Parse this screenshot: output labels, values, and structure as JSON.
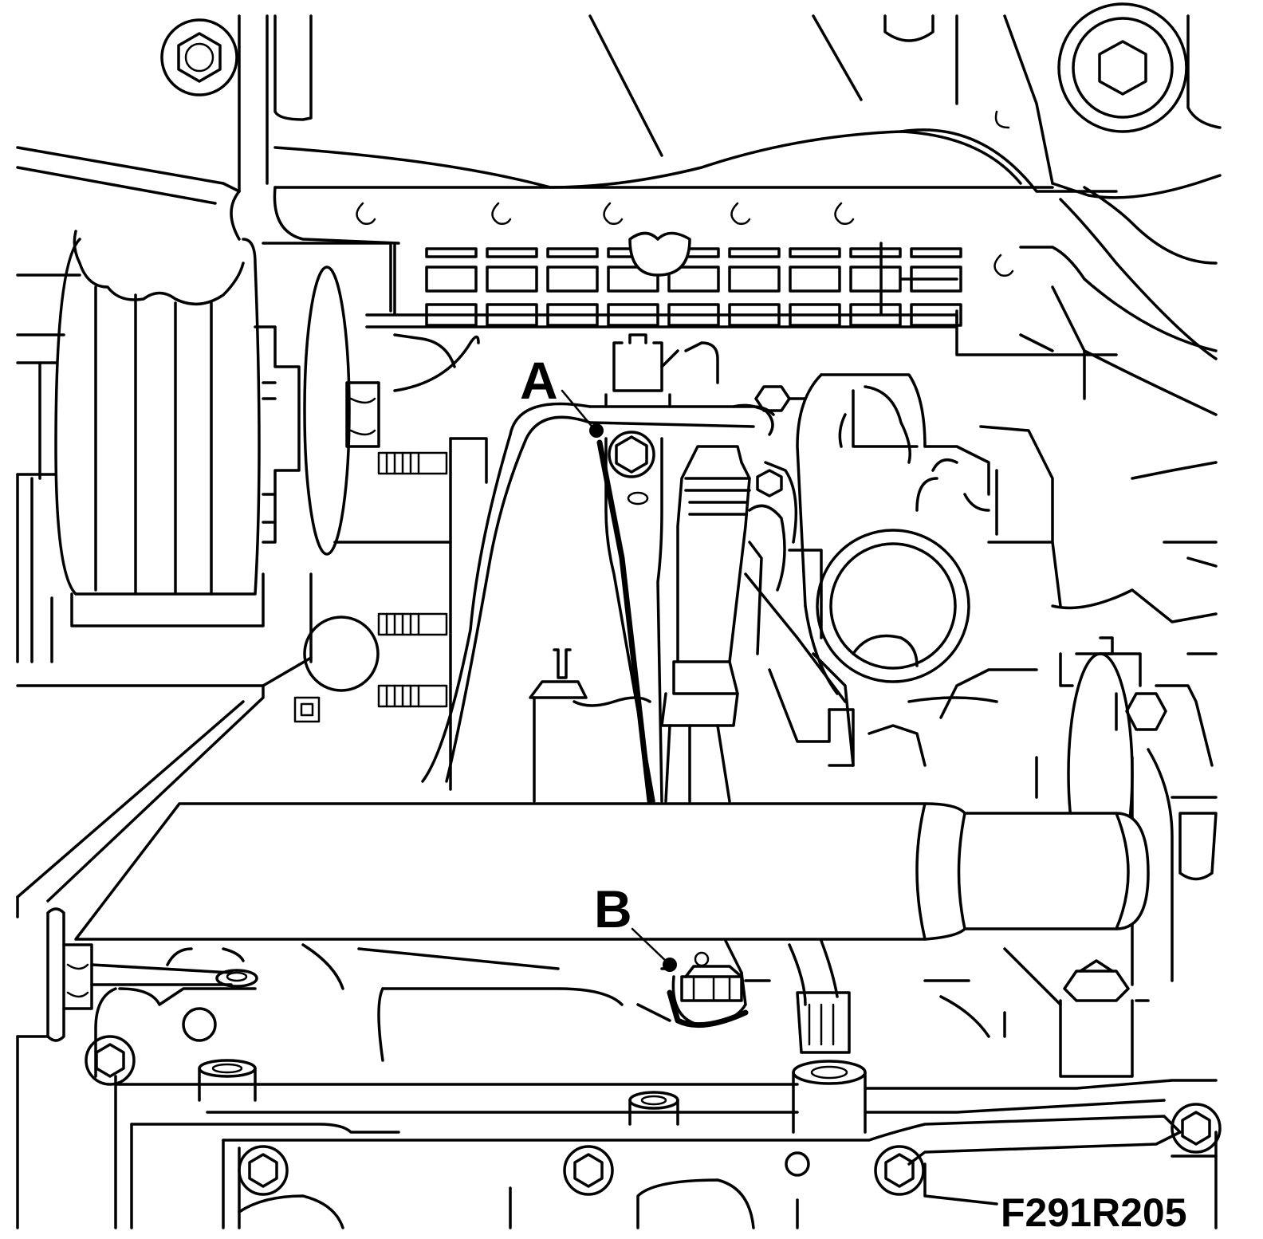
{
  "diagram": {
    "callouts": [
      {
        "id": "A",
        "label": "A"
      },
      {
        "id": "B",
        "label": "B"
      }
    ],
    "figure_code": "F291R205"
  }
}
